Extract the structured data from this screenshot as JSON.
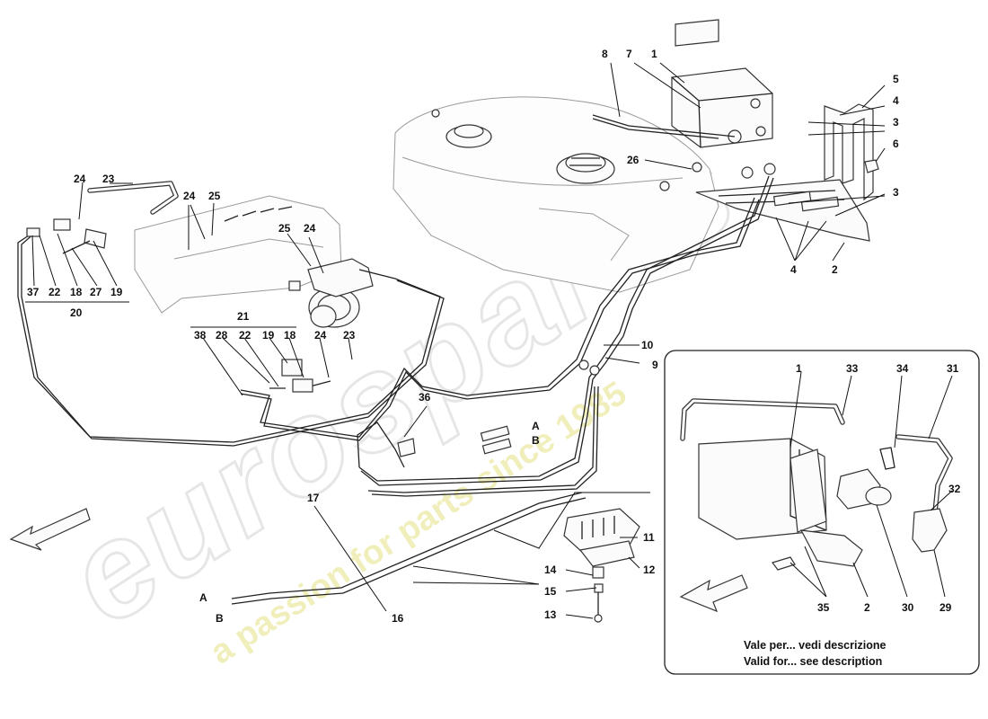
{
  "watermark": {
    "brand": "eurospares",
    "tagline": "a passion for parts since 1985"
  },
  "inset_note": {
    "line1": "Vale per... vedi descrizione",
    "line2": "Valid for... see description"
  },
  "callouts": {
    "c1": "1",
    "c2": "2",
    "c3a": "3",
    "c3b": "3",
    "c4a": "4",
    "c4b": "4",
    "c5": "5",
    "c6": "6",
    "c7": "7",
    "c8": "8",
    "c9": "9",
    "c10": "10",
    "c11": "11",
    "c12": "12",
    "c13": "13",
    "c14": "14",
    "c15": "15",
    "c16": "16",
    "c17": "17",
    "c21": "21",
    "c26": "26",
    "c36": "36",
    "l24a": "24",
    "l23a": "23",
    "l24b": "24",
    "l25a": "25",
    "l25b": "25",
    "l24c": "24",
    "l37": "37",
    "l22a": "22",
    "l18a": "18",
    "l27": "27",
    "l19a": "19",
    "l20": "20",
    "l38": "38",
    "l28": "28",
    "l22b": "22",
    "l19b": "19",
    "l18b": "18",
    "l24d": "24",
    "l23b": "23",
    "ia": "A",
    "ib": "B",
    "ja": "A",
    "jb": "B",
    "i1": "1",
    "i33": "33",
    "i34": "34",
    "i31": "31",
    "i32": "32",
    "i35": "35",
    "i2": "2",
    "i30": "30",
    "i29": "29"
  }
}
